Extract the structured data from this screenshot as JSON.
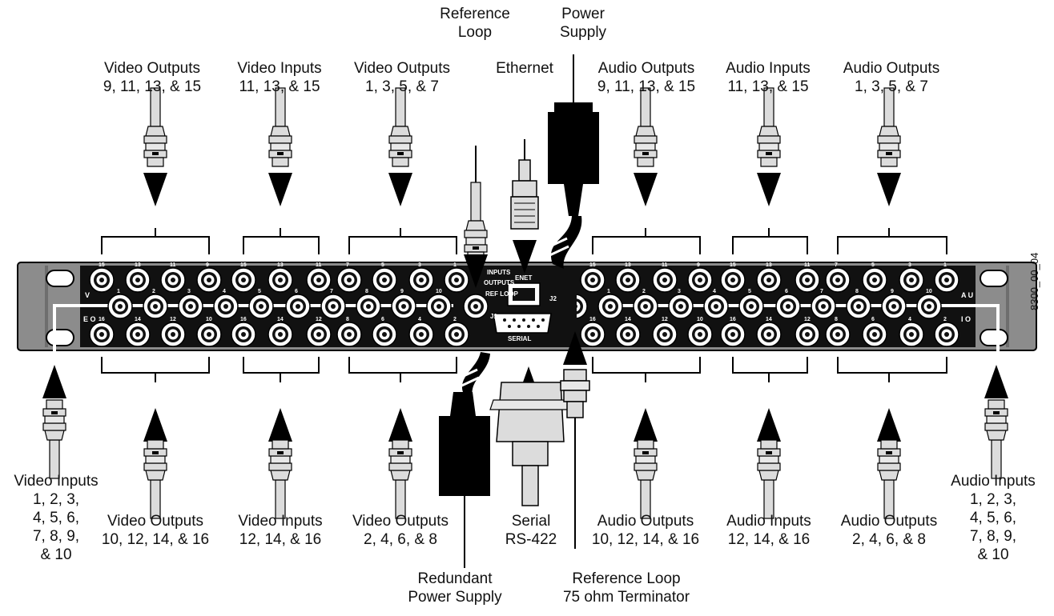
{
  "labels": {
    "reference_loop": [
      "Reference",
      "Loop"
    ],
    "power_supply": [
      "Power",
      "Supply"
    ],
    "ethernet": [
      "Ethernet"
    ],
    "video_outputs_odd_high": [
      "Video Outputs",
      "9, 11, 13, & 15"
    ],
    "video_inputs_odd_high": [
      "Video Inputs",
      "11, 13, & 15"
    ],
    "video_outputs_odd_low": [
      "Video Outputs",
      "1, 3, 5, & 7"
    ],
    "audio_outputs_odd_high": [
      "Audio Outputs",
      "9, 11, 13, & 15"
    ],
    "audio_inputs_odd_high": [
      "Audio Inputs",
      "11, 13, & 15"
    ],
    "audio_outputs_odd_low": [
      "Audio Outputs",
      "1, 3, 5, & 7"
    ],
    "video_inputs_1_10": [
      "Video Inputs",
      "1, 2, 3,",
      "4, 5, 6,",
      "7, 8, 9,",
      "& 10"
    ],
    "video_outputs_even_high": [
      "Video Outputs",
      "10, 12, 14, & 16"
    ],
    "video_inputs_even_high": [
      "Video Inputs",
      "12, 14, & 16"
    ],
    "video_outputs_even_low": [
      "Video Outputs",
      "2, 4, 6, & 8"
    ],
    "serial": [
      "Serial",
      "RS-422"
    ],
    "audio_outputs_even_high": [
      "Audio Outputs",
      "10, 12, 14, & 16"
    ],
    "audio_inputs_even_high": [
      "Audio Inputs",
      "12, 14, & 16"
    ],
    "audio_outputs_even_low": [
      "Audio Outputs",
      "2, 4, 6, & 8"
    ],
    "audio_inputs_1_10": [
      "Audio Inputs",
      "1, 2, 3,",
      "4, 5, 6,",
      "7, 8, 9,",
      "& 10"
    ],
    "redundant_power_supply": [
      "Redundant",
      "Power Supply"
    ],
    "reference_loop_terminator": [
      "Reference Loop",
      "75 ohm Terminator"
    ]
  },
  "figure_code": "8300_00_04",
  "panel": {
    "center_labels": {
      "inputs": "INPUTS",
      "outputs": "OUTPUTS",
      "ref_loop": "REF LOOP",
      "enet": "ENET",
      "serial": "SERIAL",
      "j1": "J1",
      "j2": "J2"
    },
    "video_side_letters": {
      "top": "V",
      "bottom": "E O"
    },
    "audio_side_letters": {
      "top": "A U",
      "bottom": "I O"
    },
    "top_row_numbers": [
      "15",
      "13",
      "11",
      "9",
      "15",
      "13",
      "11",
      "7",
      "5",
      "3",
      "1"
    ],
    "middle_row_numbers": [
      "1",
      "2",
      "3",
      "4",
      "5",
      "6",
      "7",
      "8",
      "9",
      "10"
    ],
    "bottom_row_numbers": [
      "16",
      "14",
      "12",
      "10",
      "16",
      "14",
      "12",
      "8",
      "6",
      "4",
      "2"
    ]
  },
  "colors": {
    "panel": "#111111",
    "frame": "#8c8c8c",
    "cable": "#d9d9d9",
    "ink": "#000000"
  }
}
